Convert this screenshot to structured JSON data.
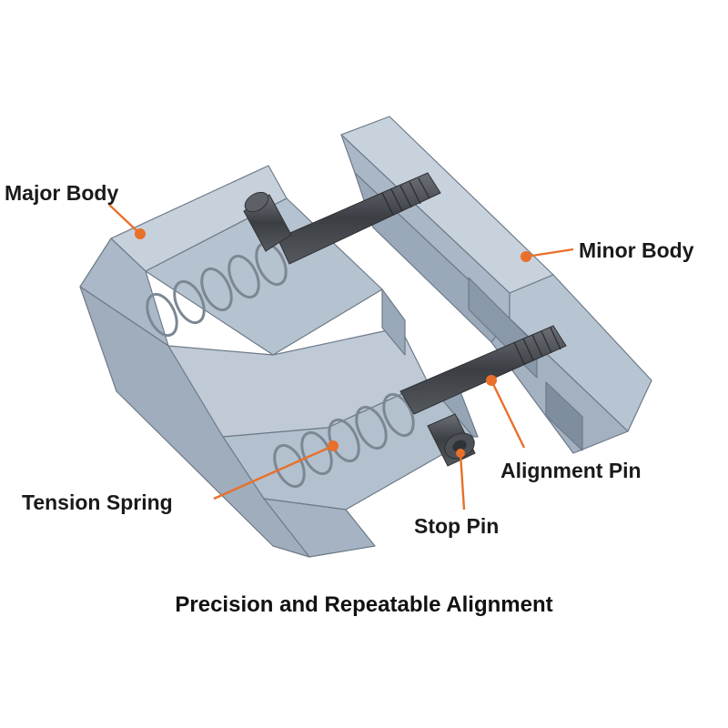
{
  "labels": {
    "major_body": "Major Body",
    "minor_body": "Minor Body",
    "alignment_pin": "Alignment Pin",
    "tension_spring": "Tension Spring",
    "stop_pin": "Stop Pin"
  },
  "caption": "Precision and Repeatable Alignment",
  "colors": {
    "callout": "#e8702a",
    "body_light": "#c9d3de",
    "body_mid": "#aebccb",
    "body_dark": "#8f9eae",
    "pin": "#4a4d52"
  }
}
